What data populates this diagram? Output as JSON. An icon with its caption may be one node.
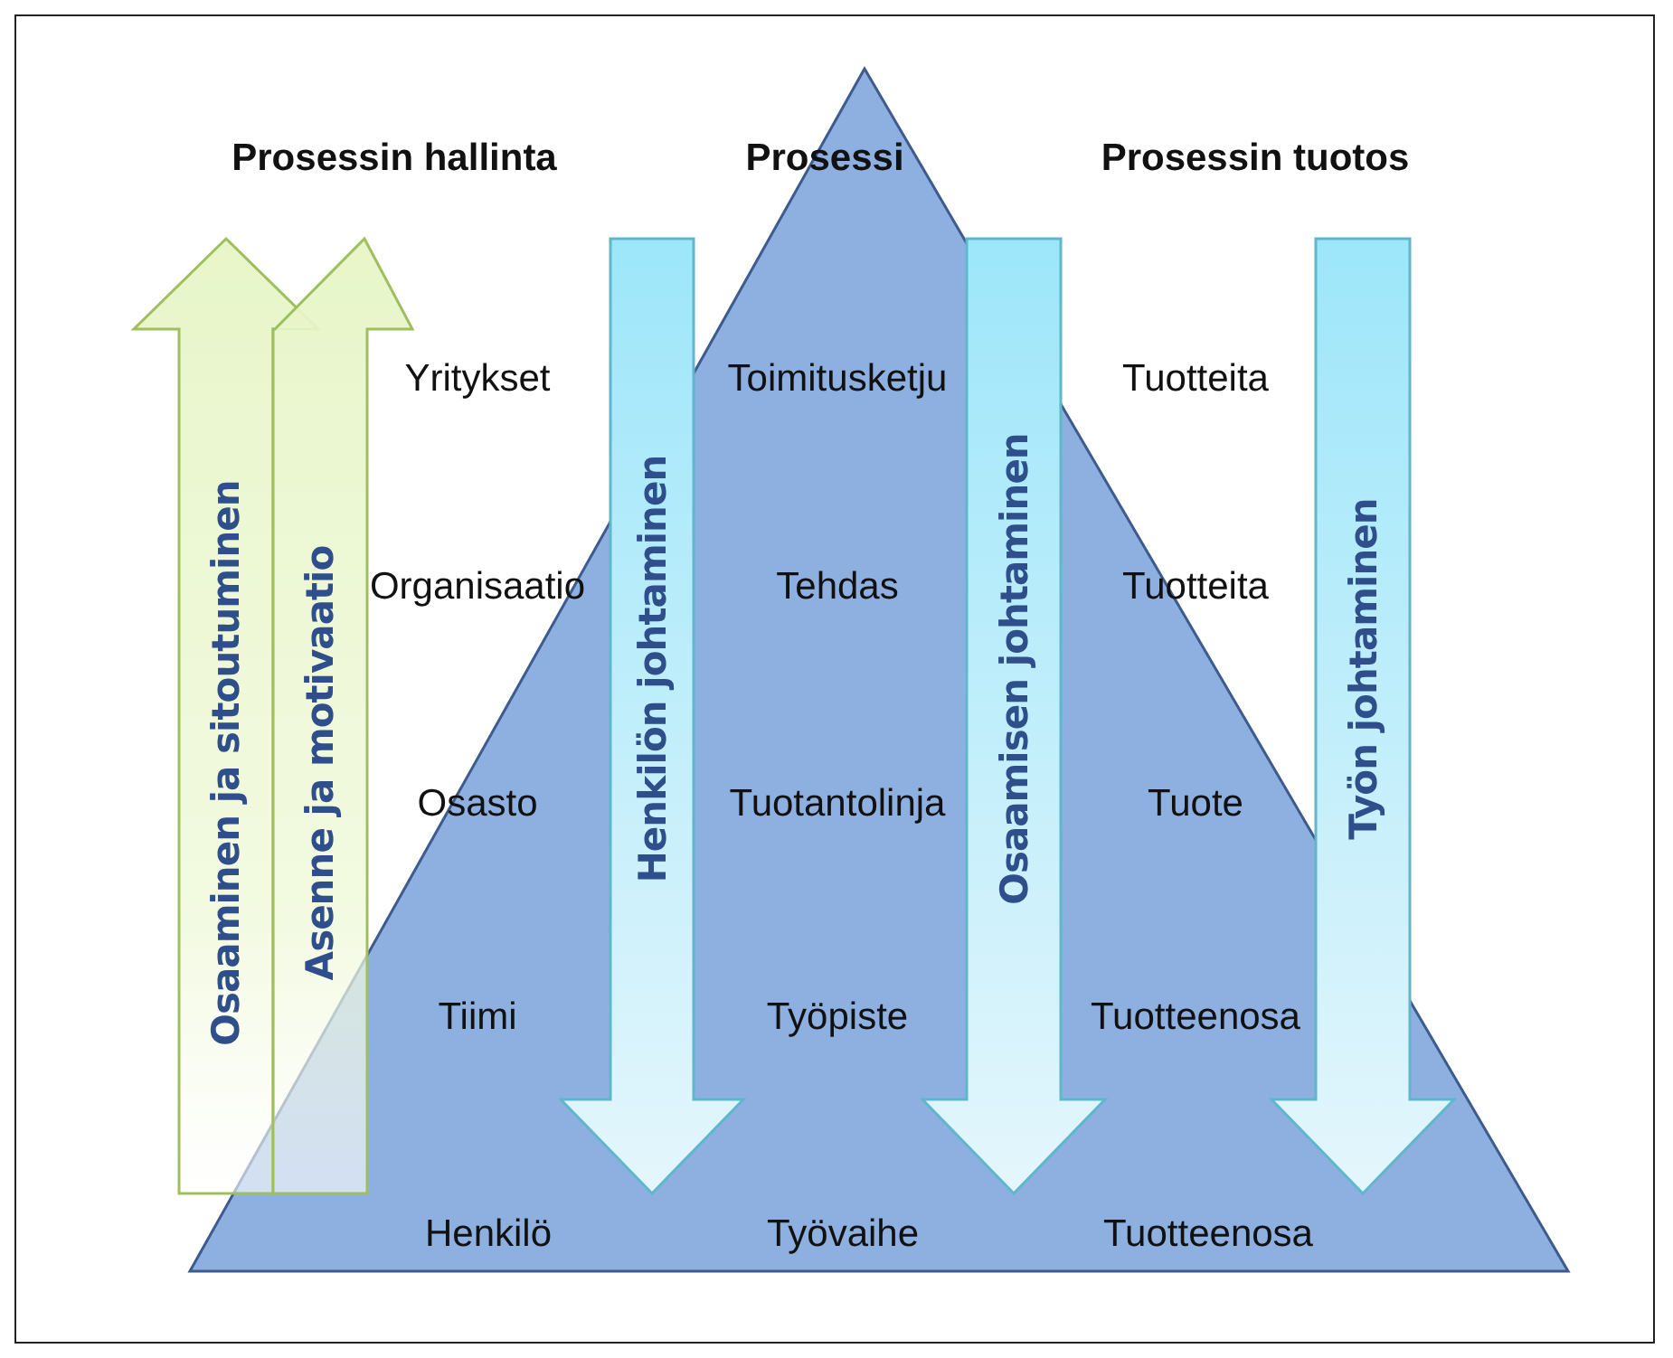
{
  "diagram": {
    "nodes": [
      {
        "text": [
          "Osaaminen ja sitoutuminen"
        ]
      },
      {
        "text": [
          "Asenne ja motivaatio"
        ]
      },
      {
        "text": [
          "Henkilön johtaminen"
        ]
      },
      {
        "text": [
          "Osaamisen johtaminen"
        ]
      },
      {
        "text": [
          "Työn johtaminen"
        ]
      }
    ],
    "edges": [],
    "labels": [
      "Prosessin hallinta",
      "Prosessi",
      "Prosessin tuotos",
      "Yritykset",
      "Toimitusketju",
      "Tuotteita",
      "Organisaatio",
      "Tehdas",
      "Tuotteita",
      "Osasto",
      "Tuotantolinja",
      "Tuote",
      "Tiimi",
      "Työpiste",
      "Tuotteenosa",
      "Henkilö",
      "Työvaihe",
      "Tuotteenosa"
    ]
  }
}
